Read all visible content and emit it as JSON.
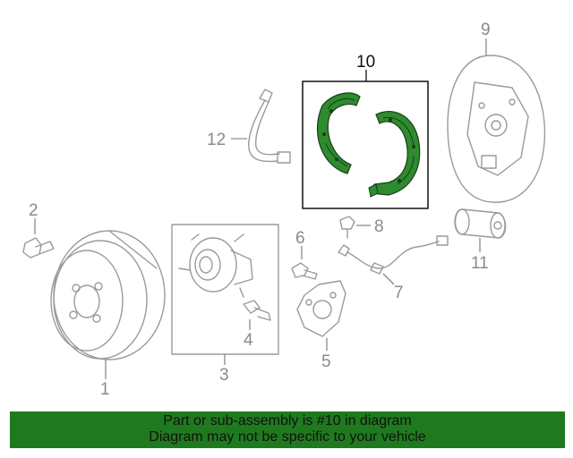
{
  "colors": {
    "highlight": "#2e8b2e",
    "banner": "#1f7a1f",
    "parts": "#9a9a9a"
  },
  "callouts": {
    "c1": "1",
    "c2": "2",
    "c3": "3",
    "c4": "4",
    "c5": "5",
    "c6": "6",
    "c7": "7",
    "c8": "8",
    "c9": "9",
    "c10": "10",
    "c11": "11",
    "c12": "12"
  },
  "banner": {
    "line1": "Part or sub-assembly is #10 in diagram",
    "line2": "Diagram may not be specific to your vehicle"
  }
}
